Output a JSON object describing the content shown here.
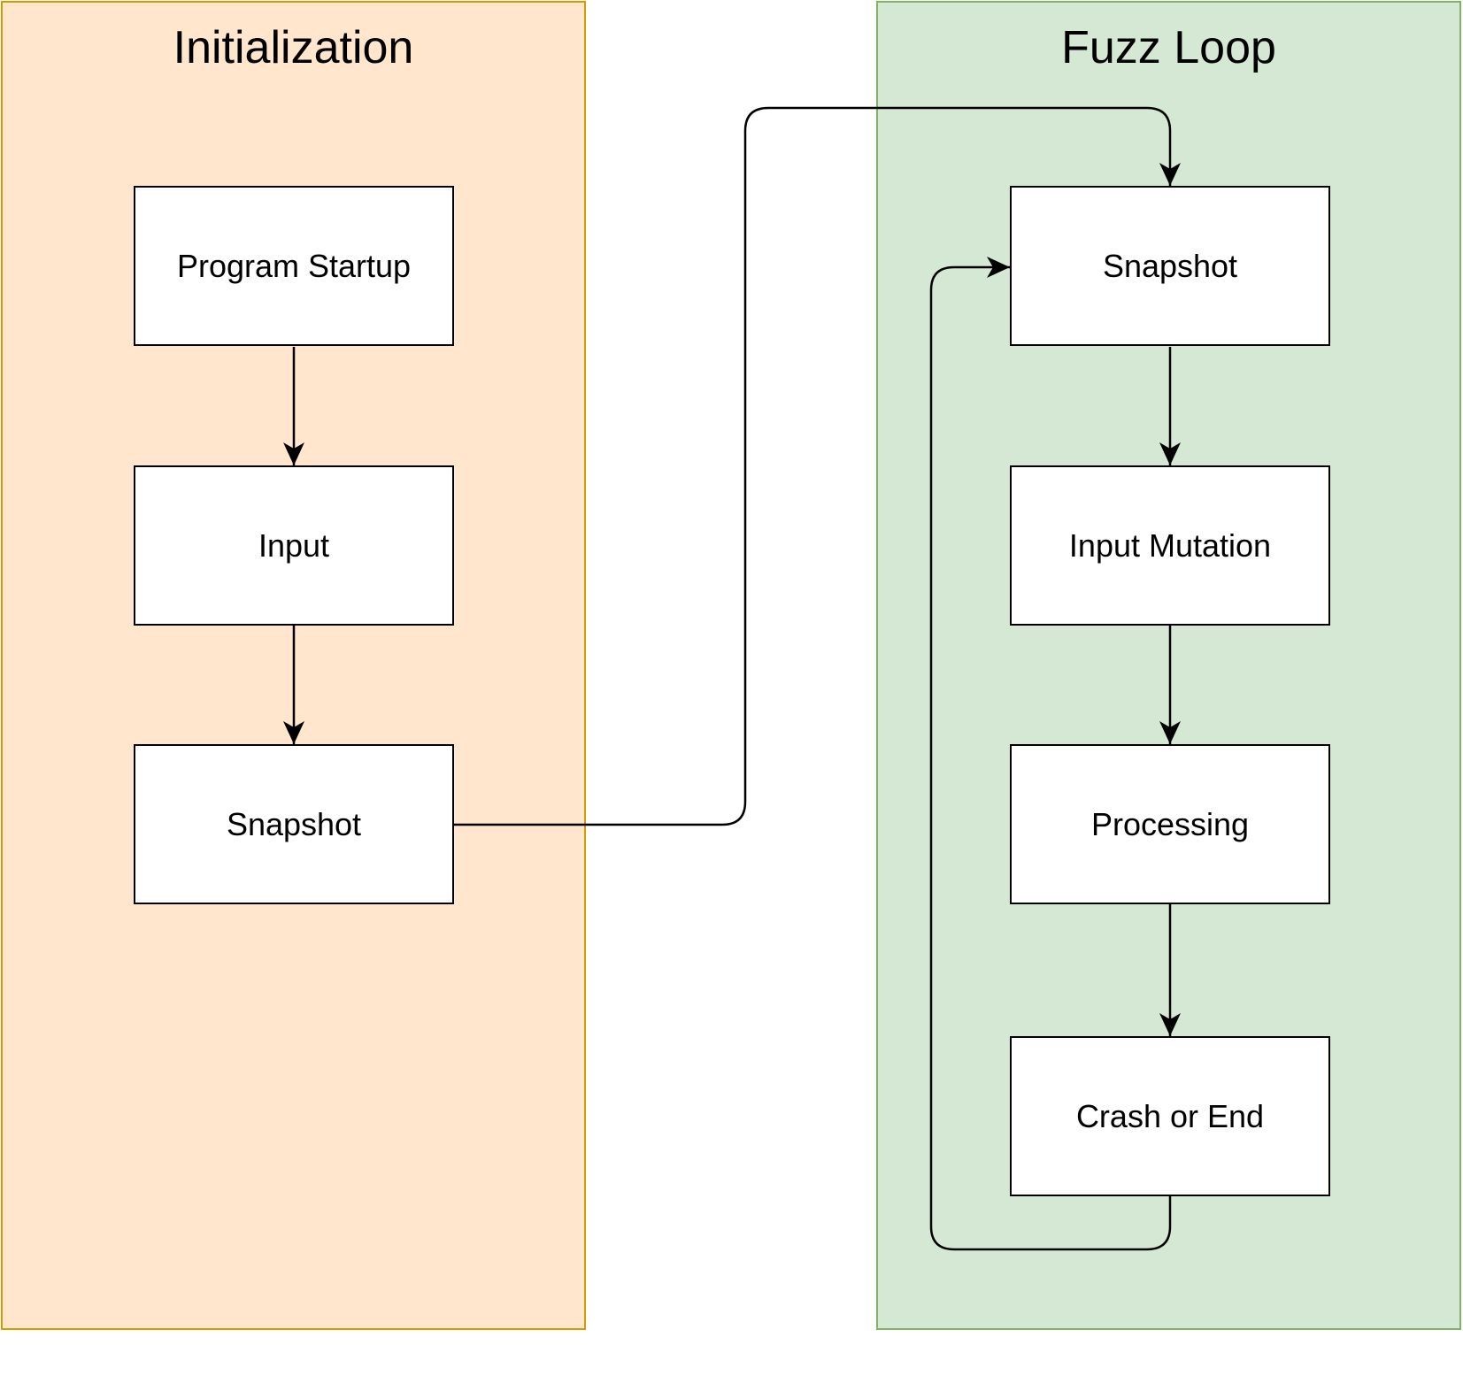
{
  "lanes": {
    "initialization": {
      "title": "Initialization",
      "fill": "#ffe6cc",
      "stroke": "#d79b00",
      "nodes": [
        "Program Startup",
        "Input",
        "Snapshot"
      ]
    },
    "fuzz_loop": {
      "title": "Fuzz Loop",
      "fill": "#d5e8d4",
      "stroke": "#82b366",
      "nodes": [
        "Snapshot",
        "Input Mutation",
        "Processing",
        "Crash or End"
      ]
    }
  },
  "edges": [
    {
      "from": "Program Startup",
      "to": "Input"
    },
    {
      "from": "Input",
      "to": "Snapshot (Initialization)"
    },
    {
      "from": "Snapshot (Initialization)",
      "to": "Snapshot (Fuzz Loop)"
    },
    {
      "from": "Snapshot (Fuzz Loop)",
      "to": "Input Mutation"
    },
    {
      "from": "Input Mutation",
      "to": "Processing"
    },
    {
      "from": "Processing",
      "to": "Crash or End"
    },
    {
      "from": "Crash or End",
      "to": "Snapshot (Fuzz Loop)"
    }
  ]
}
